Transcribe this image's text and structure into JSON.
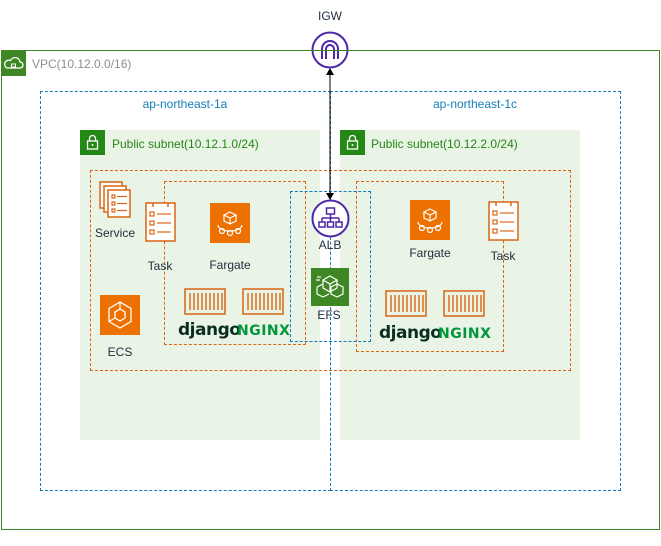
{
  "igw": {
    "label": "IGW"
  },
  "vpc": {
    "label": "VPC(10.12.0.0/16)"
  },
  "az_a": {
    "label": "ap-northeast-1a"
  },
  "az_c": {
    "label": "ap-northeast-1c"
  },
  "subnet_a": {
    "label": "Public subnet(10.12.1.0/24)"
  },
  "subnet_c": {
    "label": "Public subnet(10.12.2.0/24)"
  },
  "left": {
    "service_label": "Service",
    "task_label": "Task",
    "fargate_label": "Fargate",
    "ecs_label": "ECS",
    "django_text": "django",
    "nginx_text": "NGINX"
  },
  "center": {
    "alb_label": "ALB",
    "efs_label": "EFS"
  },
  "right": {
    "fargate_label": "Fargate",
    "task_label": "Task",
    "django_text": "django",
    "nginx_text": "NGINX"
  },
  "colors": {
    "vpc_green": "#3f8624",
    "subnet_green": "#248814",
    "az_blue": "#147eba",
    "compute_orange": "#d86613",
    "network_purple": "#4d27aa",
    "storage_green": "#3f8624"
  },
  "icons": [
    "cloud-lock-icon",
    "internet-gateway-icon",
    "padlock-icon",
    "service-icon",
    "task-icon",
    "fargate-icon",
    "container-icon",
    "ecs-icon",
    "load-balancer-icon",
    "efs-icon"
  ]
}
